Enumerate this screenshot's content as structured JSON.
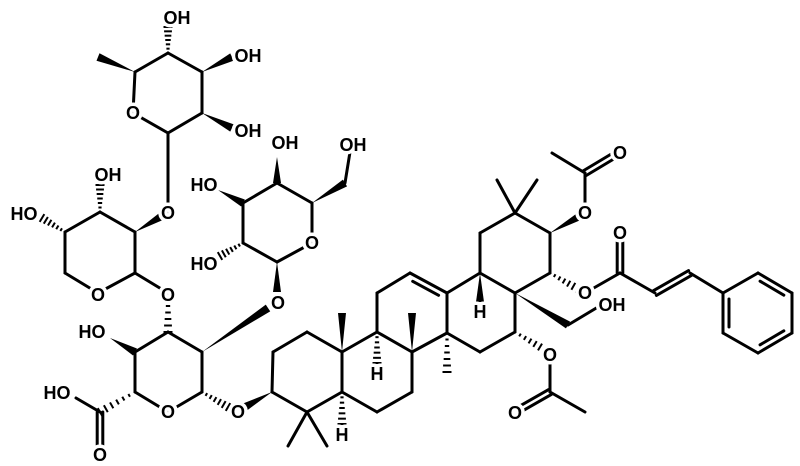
{
  "diagram": {
    "type": "chemical-structure",
    "colors": {
      "bond": "#000000",
      "background": "#ffffff"
    },
    "atom_labels": [
      "OH",
      "OH",
      "O",
      "OH",
      "O",
      "OH",
      "HO",
      "O",
      "O",
      "HO",
      "HO",
      "O",
      "O",
      "O",
      "O",
      "O",
      "OH",
      "HO",
      "HO",
      "OH",
      "H",
      "H",
      "H",
      "O",
      "O",
      "O",
      "O",
      "O",
      "O",
      "OH"
    ]
  }
}
